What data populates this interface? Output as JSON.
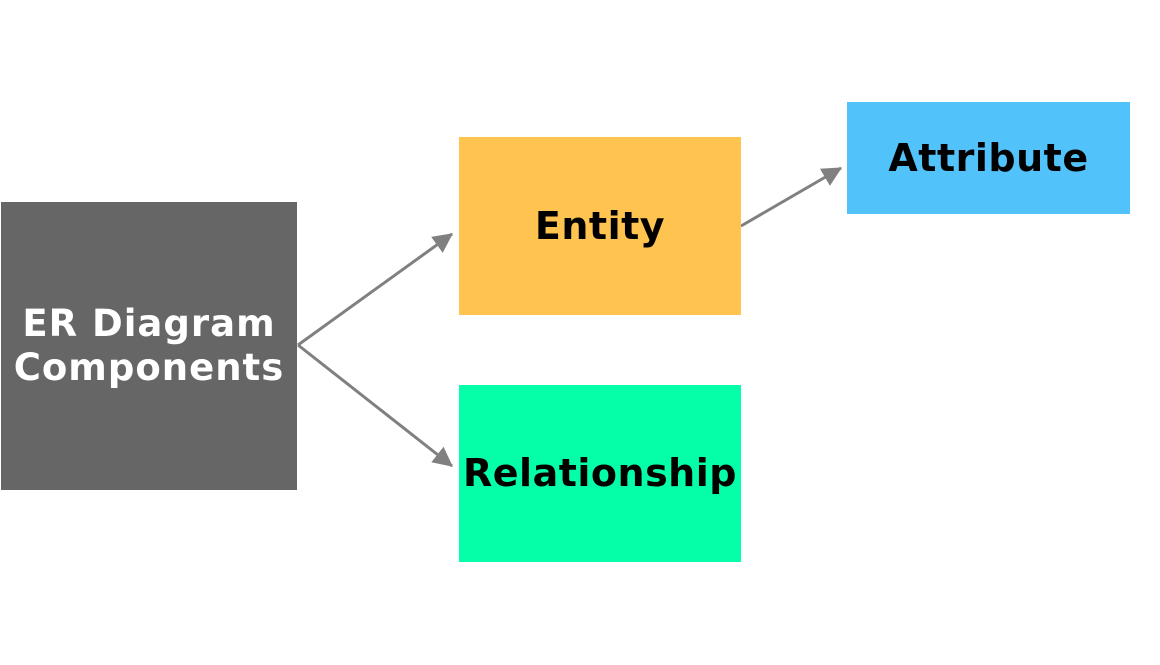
{
  "diagram": {
    "title": "ER Diagram Components",
    "type": "tree-flowchart",
    "background_color": "#ffffff",
    "nodes": [
      {
        "id": "root",
        "label": "ER Diagram\nComponents",
        "fill": "#666666",
        "text_color": "#ffffff"
      },
      {
        "id": "entity",
        "label": "Entity",
        "fill": "#ffc34f",
        "text_color": "#000000"
      },
      {
        "id": "relationship",
        "label": "Relationship",
        "fill": "#05ffa8",
        "text_color": "#000000"
      },
      {
        "id": "attribute",
        "label": "Attribute",
        "fill": "#52c2fa",
        "text_color": "#000000"
      }
    ],
    "edges": [
      {
        "from": "root",
        "to": "entity",
        "color": "#808080",
        "arrow": true
      },
      {
        "from": "root",
        "to": "relationship",
        "color": "#808080",
        "arrow": true
      },
      {
        "from": "entity",
        "to": "attribute",
        "color": "#808080",
        "arrow": true
      }
    ]
  }
}
